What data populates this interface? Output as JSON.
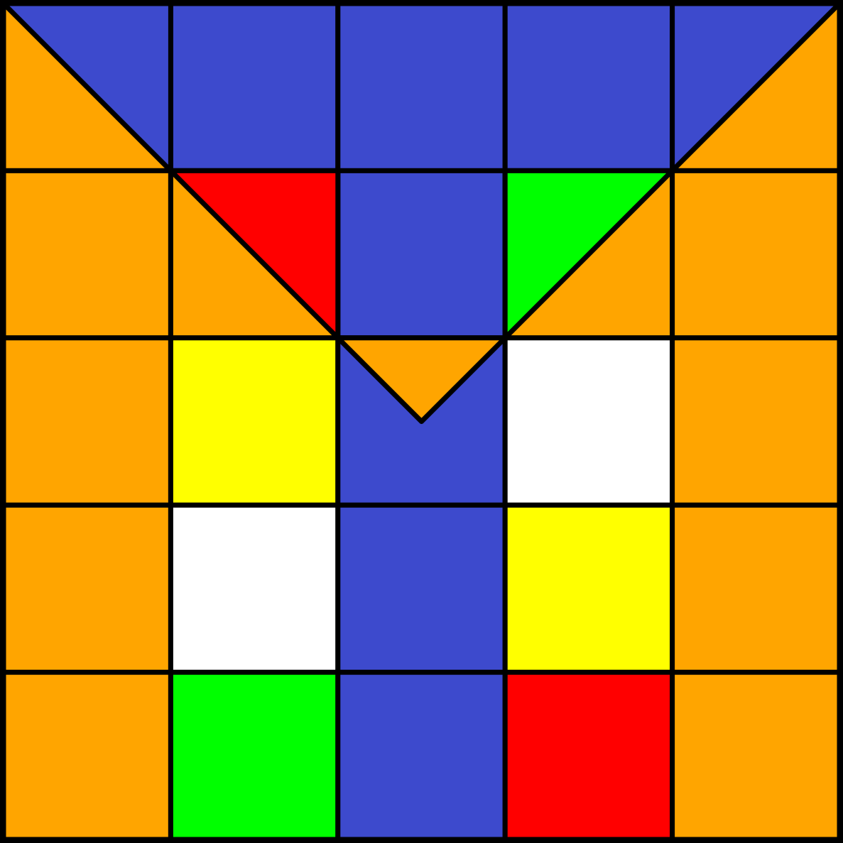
{
  "palette": {
    "blue": "#3d4acd",
    "orange": "#ffa500",
    "red": "#ff0000",
    "green": "#00ff00",
    "yellow": "#ffff00",
    "white": "#ffffff",
    "grid_line": "#000000"
  },
  "board": {
    "rows": 5,
    "cols": 5,
    "cells": [
      {
        "row": 0,
        "col": 0,
        "color": "orange",
        "overlay": {
          "shape": "triangle-upper-right",
          "color": "blue"
        }
      },
      {
        "row": 0,
        "col": 1,
        "color": "blue"
      },
      {
        "row": 0,
        "col": 2,
        "color": "blue"
      },
      {
        "row": 0,
        "col": 3,
        "color": "blue"
      },
      {
        "row": 0,
        "col": 4,
        "color": "orange",
        "overlay": {
          "shape": "triangle-upper-left",
          "color": "blue"
        }
      },
      {
        "row": 1,
        "col": 0,
        "color": "orange"
      },
      {
        "row": 1,
        "col": 1,
        "color": "orange",
        "overlay": {
          "shape": "triangle-upper-right",
          "color": "red"
        }
      },
      {
        "row": 1,
        "col": 2,
        "color": "blue"
      },
      {
        "row": 1,
        "col": 3,
        "color": "orange",
        "overlay": {
          "shape": "triangle-upper-left",
          "color": "green"
        }
      },
      {
        "row": 1,
        "col": 4,
        "color": "orange"
      },
      {
        "row": 2,
        "col": 0,
        "color": "orange"
      },
      {
        "row": 2,
        "col": 1,
        "color": "yellow"
      },
      {
        "row": 2,
        "col": 2,
        "color": "blue",
        "overlay": {
          "shape": "triangle-top-center",
          "color": "orange"
        }
      },
      {
        "row": 2,
        "col": 3,
        "color": "white"
      },
      {
        "row": 2,
        "col": 4,
        "color": "orange"
      },
      {
        "row": 3,
        "col": 0,
        "color": "orange"
      },
      {
        "row": 3,
        "col": 1,
        "color": "white"
      },
      {
        "row": 3,
        "col": 2,
        "color": "blue"
      },
      {
        "row": 3,
        "col": 3,
        "color": "yellow"
      },
      {
        "row": 3,
        "col": 4,
        "color": "orange"
      },
      {
        "row": 4,
        "col": 0,
        "color": "orange"
      },
      {
        "row": 4,
        "col": 1,
        "color": "green"
      },
      {
        "row": 4,
        "col": 2,
        "color": "blue"
      },
      {
        "row": 4,
        "col": 3,
        "color": "red"
      },
      {
        "row": 4,
        "col": 4,
        "color": "orange"
      }
    ]
  }
}
